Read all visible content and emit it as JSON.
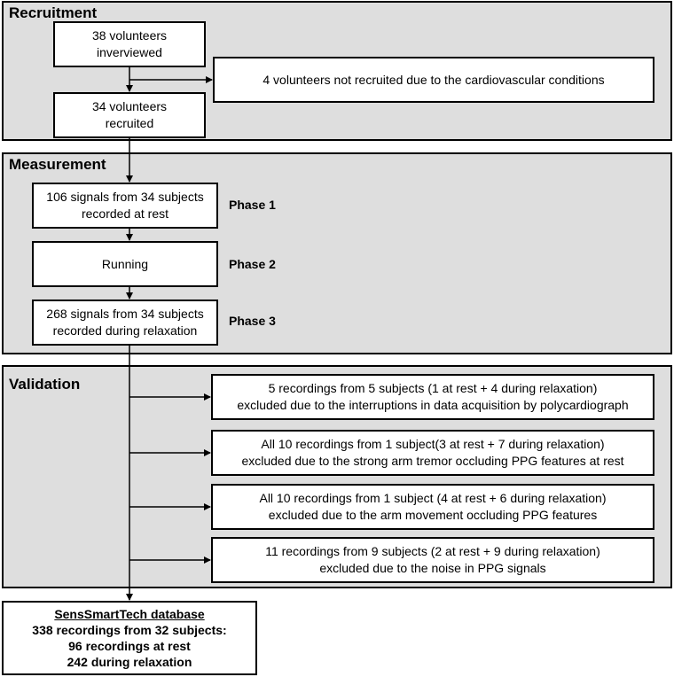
{
  "sections": {
    "recruitment": "Recruitment",
    "measurement": "Measurement",
    "validation": "Validation"
  },
  "recruitment": {
    "interviewed": [
      "38 volunteers",
      "inverviewed"
    ],
    "not_recruited": "4 volunteers not recruited due to the cardiovascular conditions",
    "recruited": [
      "34 volunteers",
      "recruited"
    ]
  },
  "measurement": {
    "phase1_box": [
      "106 signals from 34 subjects",
      "recorded at rest"
    ],
    "phase1_label": "Phase 1",
    "phase2_box": "Running",
    "phase2_label": "Phase 2",
    "phase3_box": [
      "268 signals from 34 subjects",
      "recorded during relaxation"
    ],
    "phase3_label": "Phase 3"
  },
  "validation": {
    "exclusions": [
      [
        "5 recordings from 5 subjects (1 at rest + 4 during relaxation)",
        "excluded due to the interruptions in data acquisition by polycardiograph"
      ],
      [
        "All 10 recordings from 1 subject(3 at rest + 7 during relaxation)",
        "excluded due to the strong arm tremor occluding PPG features at rest"
      ],
      [
        "All 10 recordings from 1 subject (4 at rest + 6 during relaxation)",
        "excluded due to the arm movement occluding PPG features"
      ],
      [
        "11 recordings from 9 subjects (2 at rest + 9 during relaxation)",
        "excluded due to the noise in PPG signals"
      ]
    ]
  },
  "database": {
    "title": "SensSmartTech database",
    "lines": [
      "338 recordings from 32 subjects:",
      "96 recordings at rest",
      "242 during relaxation"
    ]
  }
}
